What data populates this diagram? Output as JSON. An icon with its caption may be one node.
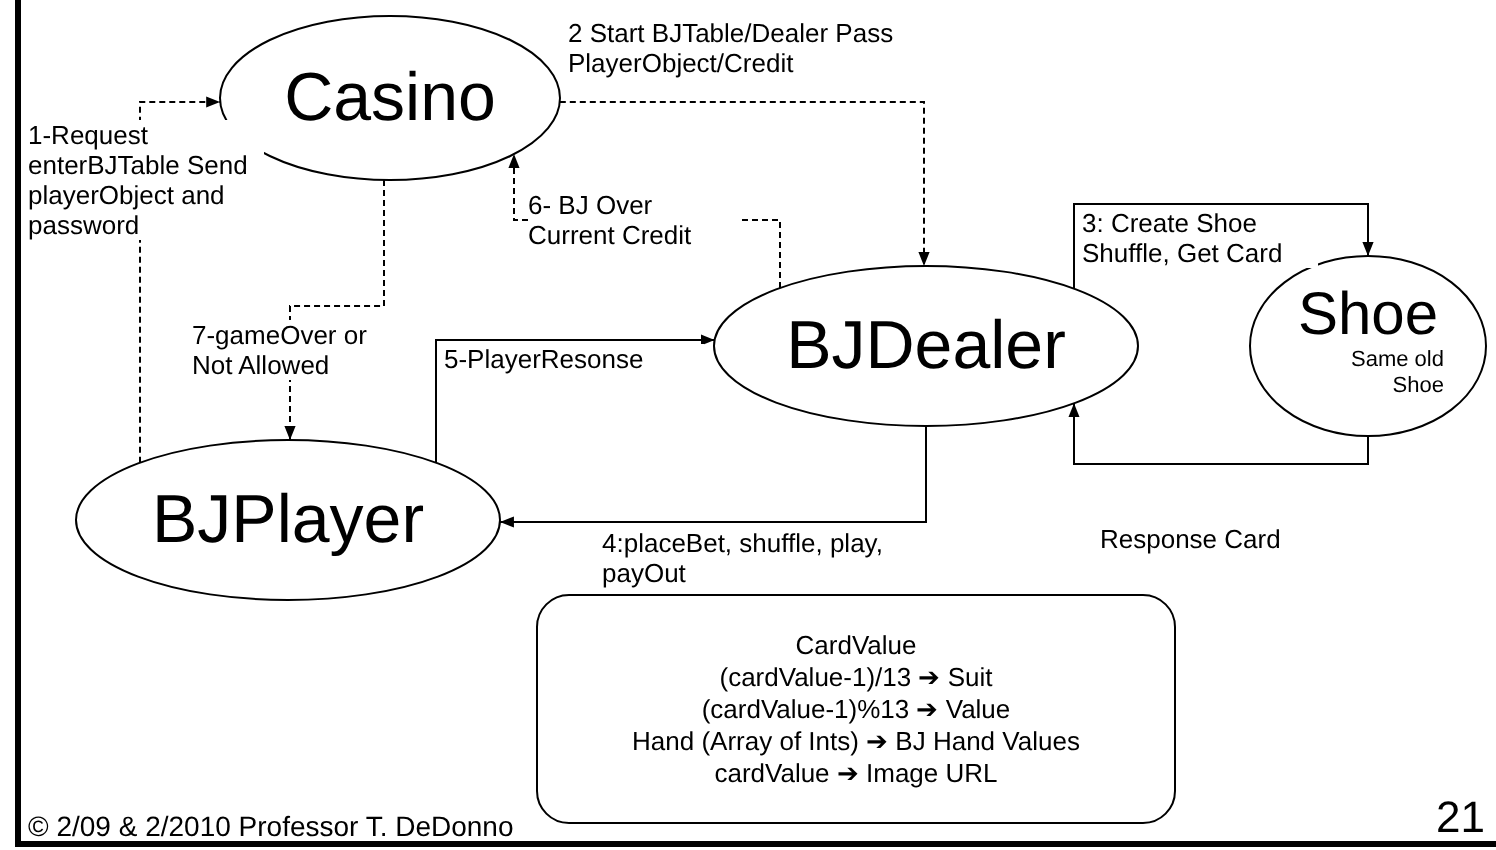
{
  "diagram": {
    "nodes": [
      {
        "text": [
          "Casino"
        ]
      },
      {
        "text": [
          "BJDealer"
        ]
      },
      {
        "text": [
          "Shoe",
          "Same old Shoe"
        ]
      },
      {
        "text": [
          "BJPlayer"
        ]
      },
      {
        "text": [
          "CardValue",
          "(cardValue-1)/13 ➔ Suit",
          "(cardValue-1)%13 ➔ Value",
          "Hand (Array of Ints) ➔ BJ Hand Values",
          "cardValue ➔ Image URL"
        ]
      }
    ],
    "edges": [
      {
        "from": 3,
        "to": 0,
        "arrow": "to",
        "label": "1-Request enterBJTable Send playerObject and password",
        "style": "dashed"
      },
      {
        "from": 0,
        "to": 1,
        "arrow": "to",
        "label": "2 Start BJTable/Dealer Pass PlayerObject/Credit",
        "style": "dashed"
      },
      {
        "from": 1,
        "to": 2,
        "arrow": "to",
        "label": "3: Create Shoe Shuffle, Get Card"
      },
      {
        "from": 1,
        "to": 3,
        "arrow": "to",
        "label": "4:placeBet, shuffle, play, payOut"
      },
      {
        "from": 3,
        "to": 1,
        "arrow": "to",
        "label": "5-PlayerResonse"
      },
      {
        "from": 1,
        "to": 0,
        "arrow": "to",
        "label": "6- BJ Over Current Credit",
        "style": "dashed"
      },
      {
        "from": 0,
        "to": 3,
        "arrow": "to",
        "label": "7-gameOver or Not Allowed",
        "style": "dashed"
      },
      {
        "from": 2,
        "to": 1,
        "arrow": "to",
        "label": "Response Card"
      }
    ],
    "labels": [
      "© 2/09 & 2/2010 Professor T. DeDonno",
      "21"
    ]
  }
}
